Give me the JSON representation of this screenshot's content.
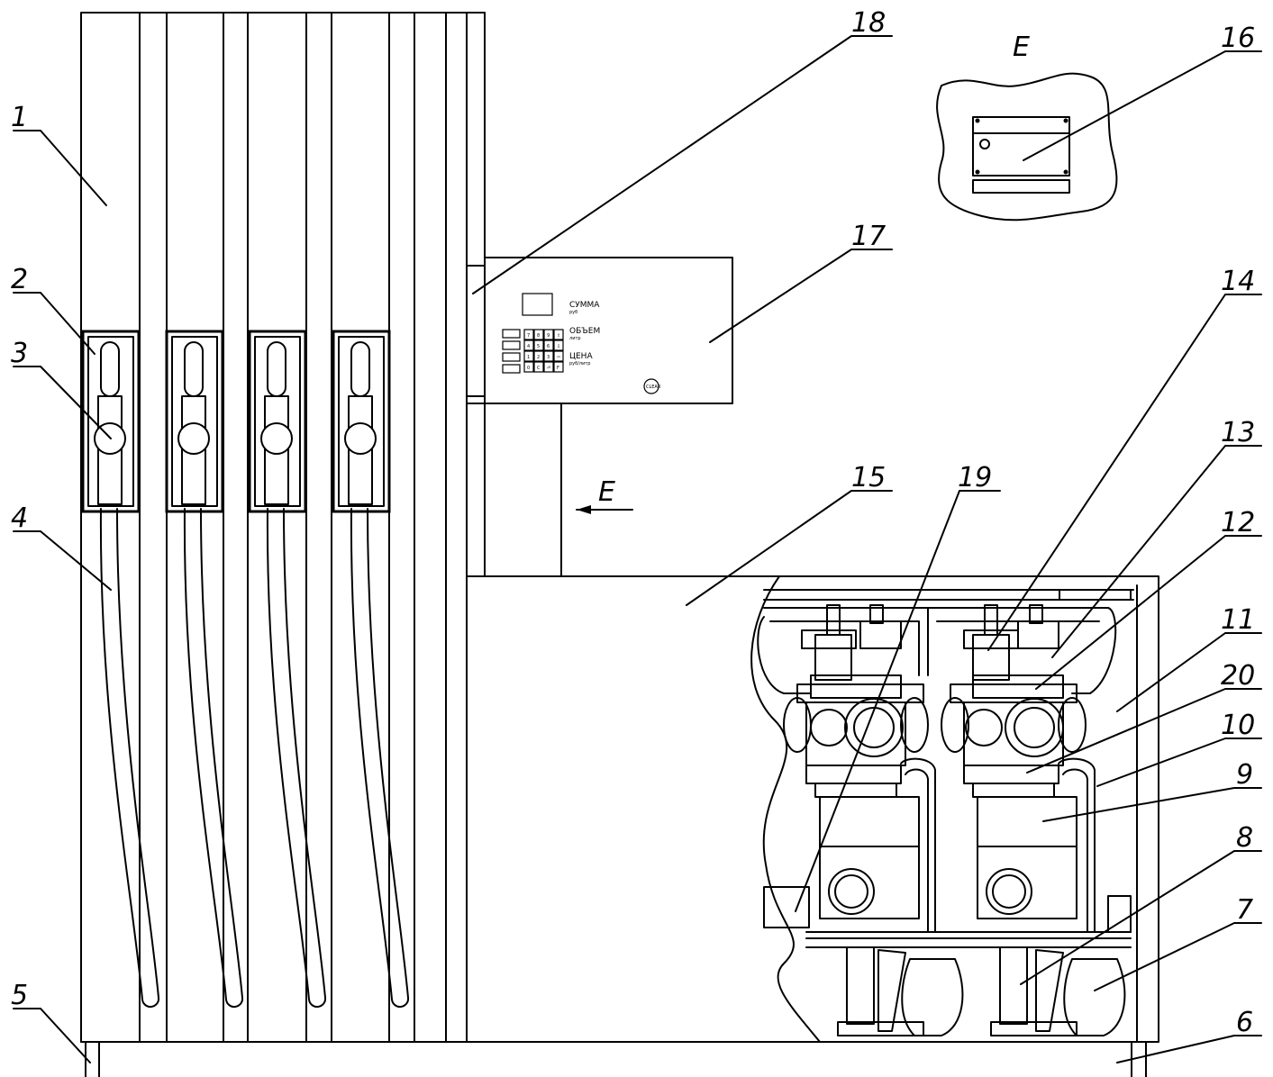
{
  "callouts": [
    "1",
    "2",
    "3",
    "4",
    "5",
    "6",
    "7",
    "8",
    "9",
    "10",
    "11",
    "12",
    "13",
    "14",
    "15",
    "16",
    "17",
    "18",
    "19",
    "20"
  ],
  "view_label": "E",
  "view_arrow_label": "E",
  "panel": {
    "sum_label": "СУММА",
    "sum_unit": "руб",
    "volume_label": "ОБЪЕМ",
    "volume_unit": "литр",
    "price_label": "ЦЕНА",
    "price_unit": "руб/литр",
    "clear_label": "CLEAR",
    "keys": [
      "7",
      "8",
      "9",
      "⇧",
      "4",
      "5",
      "6",
      "⇩",
      "1",
      "2",
      "3",
      "⇦",
      "0",
      "С",
      "⏎",
      "F"
    ]
  }
}
